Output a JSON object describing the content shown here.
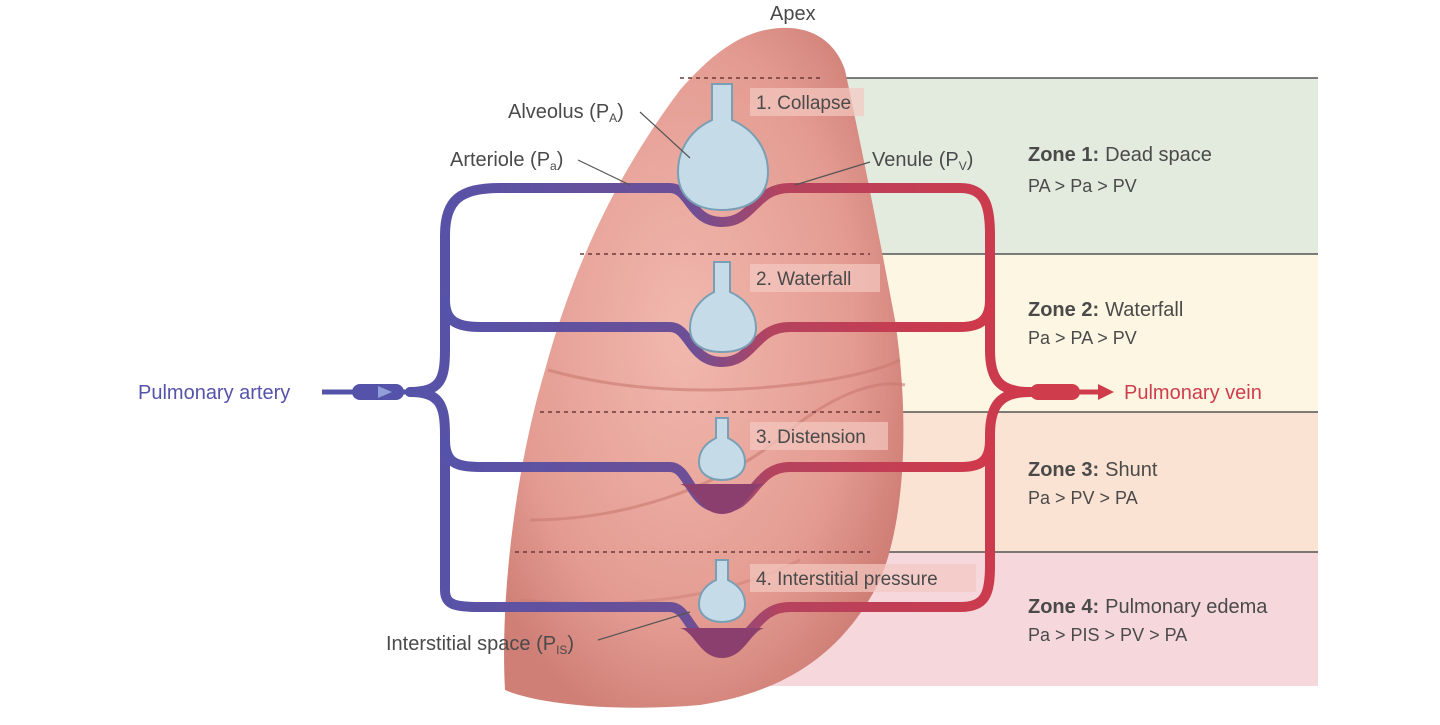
{
  "apex_label": "Apex",
  "labels": {
    "alveolus": "Alveolus (P",
    "alveolus_sub": "A",
    "arteriole": "Arteriole (P",
    "arteriole_sub": "a",
    "venule": "Venule (P",
    "venule_sub": "V",
    "interstitial": "Interstitial space (P",
    "interstitial_sub": "IS",
    "close_paren": ")",
    "pulmonary_artery": "Pulmonary artery",
    "pulmonary_vein": "Pulmonary vein"
  },
  "stages": [
    {
      "label": "1. Collapse"
    },
    {
      "label": "2. Waterfall"
    },
    {
      "label": "3. Distension"
    },
    {
      "label": "4. Interstitial pressure"
    }
  ],
  "zones": [
    {
      "title": "Zone 1:",
      "name": "Dead space",
      "formula": "PA > Pa > PV",
      "color": "#e3ebdf"
    },
    {
      "title": "Zone 2:",
      "name": "Waterfall",
      "formula": "Pa > PA > PV",
      "color": "#fdf6e2"
    },
    {
      "title": "Zone 3:",
      "name": "Shunt",
      "formula": "Pa > PV > PA",
      "color": "#fbe3d3"
    },
    {
      "title": "Zone 4:",
      "name": "Pulmonary edema",
      "formula": "Pa > PIS > PV > PA",
      "color": "#f6d8dc"
    }
  ],
  "colors": {
    "artery": "#5b57a8",
    "vein": "#cf3d4d",
    "lung": "#e8a49a",
    "alveolus": "#c5dbe8",
    "capillary_fill": "#8a3f6e",
    "text": "#4a4a4a"
  }
}
